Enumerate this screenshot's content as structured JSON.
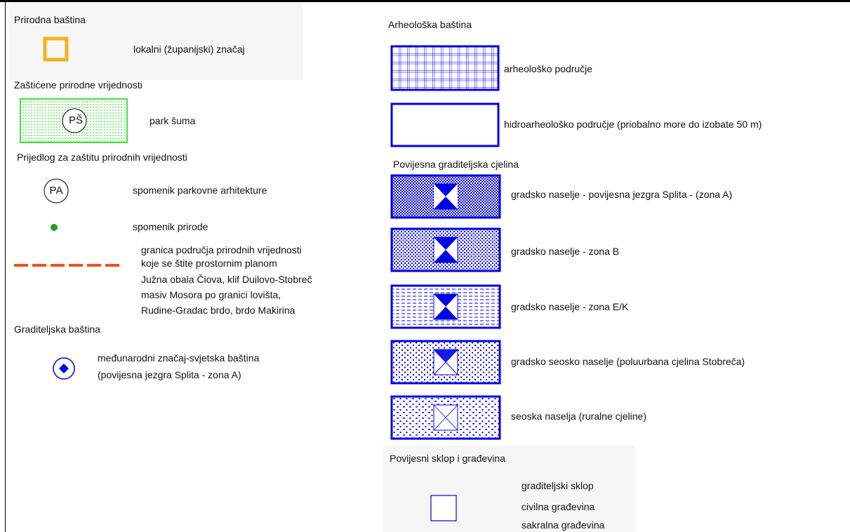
{
  "sections": {
    "prirodna": "Prirodna baština",
    "zasticene": "Zaštićene prirodne vrijednosti",
    "prijedlog": "Prijedlog za zaštitu prirodnih vrijednosti",
    "graditeljska": "Graditeljska baština",
    "arheoloska": "Arheološka baština",
    "povijesna_cjelina": "Povijesna graditeljska cjelina",
    "povijesni_sklop": "Povijesni sklop i građevina"
  },
  "items": {
    "lokalni": "lokalni (županijski) značaj",
    "park_suma": "park šuma",
    "park_suma_symbol": "PŠ",
    "spomenik_park": "spomenik parkovne arhitekture",
    "spomenik_park_symbol": "PA",
    "spomenik_prirode": "spomenik prirode",
    "granica_1": "granica područja prirodnih vrijednosti",
    "granica_2": "koje se štite prostornim planom",
    "granica_3": "Južna obala Čiova, klif Duilovo-Stobreč",
    "granica_4": "masiv Mosora po granici lovišta,",
    "granica_5": "Rudine-Gradac brdo, brdo Makirina",
    "medunarodni_1": "međunarodni značaj-svjetska baština",
    "medunarodni_2": "(povijesna jezgra Splita - zona A)",
    "arh_podrucje": "arheološko područje",
    "hidroarh": "hidroarheološko područje (priobalno more do izobate 50 m)",
    "zona_a": "gradsko naselje - povijesna jezgra Splita - (zona A)",
    "zona_b": "gradsko naselje - zona B",
    "zona_ek": "gradsko naselje - zona E/K",
    "seosko": "gradsko seosko naselje (poluurbana cjelina Stobreča)",
    "seoska": "seoska naselja (ruralne cjeline)",
    "sklop": "graditeljski sklop",
    "civilna": "civilna građevina",
    "sakralna": "sakralna građevina"
  },
  "colors": {
    "orange": "#f5b21b",
    "green": "#3fe03f",
    "blue": "#0000e6",
    "red": "#f0501e"
  }
}
